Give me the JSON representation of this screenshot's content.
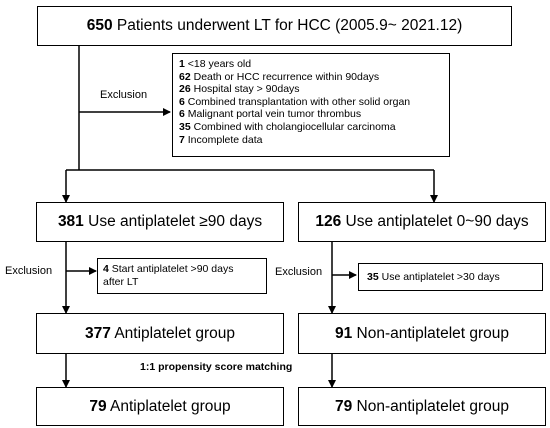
{
  "top_box": {
    "count": "650",
    "text": " Patients underwent LT for HCC (2005.9~ 2021.12)"
  },
  "exclusion_label_1": "Exclusion",
  "exclusion_list": [
    {
      "count": "1",
      "text": " <18 years old"
    },
    {
      "count": "62",
      "text": " Death or HCC recurrence within 90days"
    },
    {
      "count": "26",
      "text": " Hospital stay > 90days"
    },
    {
      "count": "6",
      "text": " Combined transplantation with other solid organ"
    },
    {
      "count": "6",
      "text": " Malignant portal vein tumor thrombus"
    },
    {
      "count": "35",
      "text": " Combined with cholangiocellular carcinoma"
    },
    {
      "count": "7",
      "text": " Incomplete data"
    }
  ],
  "left_branch": {
    "box1": {
      "count": "381",
      "text": " Use antiplatelet ≥90 days"
    },
    "exclusion_label": "Exclusion",
    "excl_box": {
      "count": "4",
      "text": " Start antiplatelet >90 days",
      "line2": "after LT"
    },
    "box2": {
      "count": "377",
      "text": " Antiplatelet group"
    },
    "box3": {
      "count": "79",
      "text": " Antiplatelet group"
    }
  },
  "right_branch": {
    "box1": {
      "count": "126",
      "text": " Use antiplatelet 0~90 days"
    },
    "exclusion_label": "Exclusion",
    "excl_box": {
      "count": "35",
      "text": " Use antiplatelet >30 days"
    },
    "box2": {
      "count": "91",
      "text": " Non-antiplatelet group"
    },
    "box3": {
      "count": "79",
      "text": " Non-antiplatelet group"
    }
  },
  "matching_label": "1:1 propensity score matching"
}
